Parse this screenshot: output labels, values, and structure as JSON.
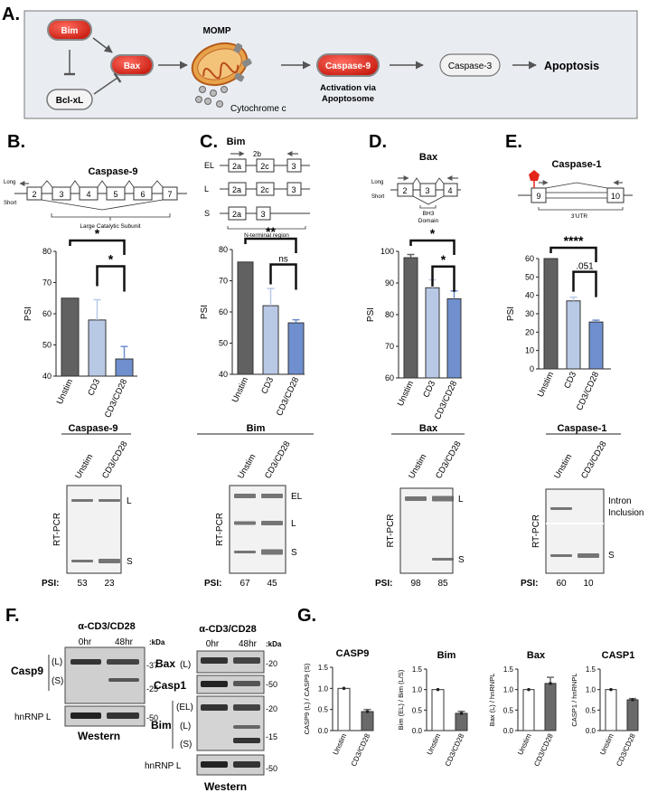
{
  "panels": {
    "A": {
      "letter": "A.",
      "nodes": {
        "bim": "Bim",
        "bcl": "Bcl-xL",
        "bax": "Bax",
        "momp": "MOMP",
        "cytc": "Cytochrome c",
        "casp9": "Caspase-9",
        "activation1": "Activation via",
        "activation2": "Apoptosome",
        "casp3": "Caspase-3",
        "apoptosis": "Apoptosis"
      },
      "colors": {
        "red": "#e32619",
        "box": "#e9edf2"
      }
    },
    "B": {
      "letter": "B.",
      "title": "Caspase-9",
      "long": "Long",
      "short": "Short",
      "exons": [
        "2",
        "3",
        "4",
        "5",
        "6",
        "7"
      ],
      "region": "Large Catalytic Subunit"
    },
    "C": {
      "letter": "C.",
      "title": "Bim",
      "iso": [
        "EL",
        "L",
        "S"
      ],
      "exons_el": [
        "2a",
        "2c",
        "3"
      ],
      "exons_l": [
        "2a",
        "2c",
        "3"
      ],
      "exons_s": [
        "2a",
        "3"
      ],
      "primer": "2b",
      "region": "N-terminal region"
    },
    "D": {
      "letter": "D.",
      "title": "Bax",
      "long": "Long",
      "short": "Short",
      "exons": [
        "2",
        "3",
        "4"
      ],
      "region1": "BH3",
      "region2": "Domain"
    },
    "E": {
      "letter": "E.",
      "title": "Caspase-1",
      "exons": [
        "9",
        "10"
      ],
      "region": "3'UTR"
    },
    "F": {
      "letter": "F.",
      "treat": "α-CD3/CD28",
      "times": [
        "0hr",
        "48hr"
      ],
      "kda": ":kDa",
      "left": {
        "casp9": "Casp9",
        "l": "(L)",
        "s": "(S)",
        "hnrnp": "hnRNP L",
        "m37": "-37",
        "m25": "-25",
        "m50": "-50",
        "western": "Western"
      },
      "right": {
        "bax": "Bax",
        "baxl": "(L)",
        "casp1": "Casp1",
        "bim": "Bim",
        "el": "(EL)",
        "l": "(L)",
        "s": "(S)",
        "hnrnp": "hnRNP L",
        "m20": "-20",
        "m50": "-50",
        "m20b": "-20",
        "m15": "-15",
        "m50b": "-50",
        "western": "Western"
      }
    },
    "G": {
      "letter": "G."
    },
    "gels": {
      "rtpcr": "RT-PCR",
      "psi": "PSI:",
      "B": {
        "title": "Caspase-9",
        "lanes": [
          "Unstim",
          "CD3/CD28"
        ],
        "bands": [
          "L",
          "S"
        ],
        "psi": [
          "53",
          "23"
        ]
      },
      "C": {
        "title": "Bim",
        "lanes": [
          "Unstim",
          "CD3/CD28"
        ],
        "bands": [
          "EL",
          "L",
          "S"
        ],
        "psi": [
          "67",
          "45"
        ]
      },
      "D": {
        "title": "Bax",
        "lanes": [
          "Unstim",
          "CD3/CD28"
        ],
        "bands": [
          "L",
          "S"
        ],
        "psi": [
          "98",
          "85"
        ]
      },
      "E": {
        "title": "Caspase-1",
        "lanes": [
          "Unstim",
          "CD3/CD28"
        ],
        "bands": [
          "Intron",
          "Inclusion",
          "S"
        ],
        "psi": [
          "60",
          "10"
        ]
      }
    }
  },
  "chart_data": [
    {
      "type": "bar",
      "panel": "B",
      "categories": [
        "Unstim",
        "CD3",
        "CD3/CD28"
      ],
      "values": [
        65,
        58,
        45.5
      ],
      "errors": [
        0,
        6.5,
        4
      ],
      "ylabel": "PSI",
      "ylim": [
        40,
        80
      ],
      "yticks": [
        40,
        50,
        60,
        70,
        80
      ],
      "colors": [
        "#616161",
        "#b8c9e6",
        "#6f8fce"
      ],
      "sig": [
        {
          "from": 0,
          "to": 2,
          "label": "*"
        },
        {
          "from": 1,
          "to": 2,
          "label": "*"
        }
      ]
    },
    {
      "type": "bar",
      "panel": "C",
      "categories": [
        "Unstim",
        "CD3",
        "CD3/CD28"
      ],
      "values": [
        76,
        62,
        56.5
      ],
      "errors": [
        0,
        5.5,
        1
      ],
      "ylabel": "PSI",
      "ylim": [
        40,
        80
      ],
      "yticks": [
        40,
        50,
        60,
        70,
        80
      ],
      "colors": [
        "#616161",
        "#b8c9e6",
        "#6f8fce"
      ],
      "sig": [
        {
          "from": 0,
          "to": 2,
          "label": "**"
        },
        {
          "from": 1,
          "to": 2,
          "label": "ns"
        }
      ]
    },
    {
      "type": "bar",
      "panel": "D",
      "categories": [
        "Unstim",
        "CD3",
        "CD3/CD28"
      ],
      "values": [
        98,
        88.5,
        85
      ],
      "errors": [
        1,
        2.5,
        2.5
      ],
      "ylabel": "PSI",
      "ylim": [
        60,
        100
      ],
      "yticks": [
        60,
        70,
        80,
        90,
        100
      ],
      "colors": [
        "#616161",
        "#b8c9e6",
        "#6f8fce"
      ],
      "sig": [
        {
          "from": 0,
          "to": 2,
          "label": "*"
        },
        {
          "from": 1,
          "to": 2,
          "label": "*"
        }
      ]
    },
    {
      "type": "bar",
      "panel": "E",
      "categories": [
        "Unstim",
        "CD3",
        "CD3/CD28"
      ],
      "values": [
        60,
        37,
        25.5
      ],
      "errors": [
        0,
        2,
        1
      ],
      "ylabel": "PSI",
      "ylim": [
        0,
        60
      ],
      "yticks": [
        0,
        10,
        20,
        30,
        40,
        50,
        60
      ],
      "colors": [
        "#616161",
        "#b8c9e6",
        "#6f8fce"
      ],
      "sig": [
        {
          "from": 0,
          "to": 2,
          "label": "****"
        },
        {
          "from": 1,
          "to": 2,
          "label": ".051"
        }
      ]
    },
    {
      "type": "bar",
      "panel": "G1",
      "title": "CASP9",
      "categories": [
        "Unstim",
        "CD3/CD28"
      ],
      "values": [
        1.0,
        0.45
      ],
      "errors": [
        0,
        0.05
      ],
      "ylabel": "CASP9 (L) / CASP9 (S)",
      "ylim": [
        0,
        1.5
      ],
      "yticks": [
        0.0,
        0.5,
        1.0,
        1.5
      ],
      "colors": [
        "#ffffff",
        "#6a6a6a"
      ]
    },
    {
      "type": "bar",
      "panel": "G2",
      "title": "Bim",
      "categories": [
        "Unstim",
        "CD3/CD28"
      ],
      "values": [
        1.0,
        0.42
      ],
      "errors": [
        0,
        0.05
      ],
      "ylabel": "Bim (EL) / Bim (L/S)",
      "ylim": [
        0,
        1.5
      ],
      "yticks": [
        0.0,
        0.5,
        1.0,
        1.5
      ],
      "colors": [
        "#ffffff",
        "#6a6a6a"
      ]
    },
    {
      "type": "bar",
      "panel": "G3",
      "title": "Bax",
      "categories": [
        "Unstim",
        "CD3/CD28"
      ],
      "values": [
        1.0,
        1.15
      ],
      "errors": [
        0,
        0.15
      ],
      "ylabel": "Bax (L) / hnRNPL",
      "ylim": [
        0,
        1.5
      ],
      "yticks": [
        0.0,
        0.5,
        1.0,
        1.5
      ],
      "colors": [
        "#ffffff",
        "#6a6a6a"
      ]
    },
    {
      "type": "bar",
      "panel": "G4",
      "title": "CASP1",
      "categories": [
        "Unstim",
        "CD3/CD28"
      ],
      "values": [
        1.0,
        0.75
      ],
      "errors": [
        0,
        0.03
      ],
      "ylabel": "CASP1 / hnRNPL",
      "ylim": [
        0,
        1.5
      ],
      "yticks": [
        0.0,
        0.5,
        1.0,
        1.5
      ],
      "colors": [
        "#ffffff",
        "#6a6a6a"
      ]
    }
  ]
}
